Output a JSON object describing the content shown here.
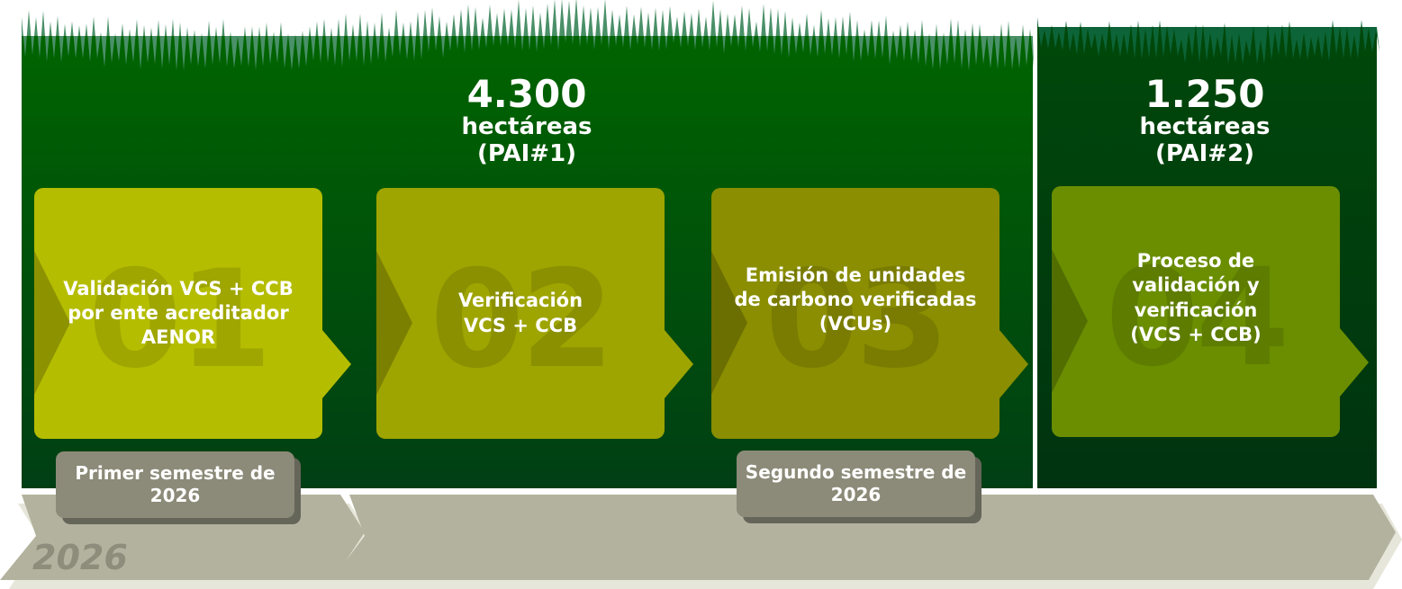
{
  "panels": [
    {
      "number": "4.300",
      "unit": "hectáreas",
      "label": "(PAI#1)"
    },
    {
      "number": "1.250",
      "unit": "hectáreas",
      "label": "(PAI#2)"
    }
  ],
  "steps": [
    {
      "index": "01",
      "text": "Validación VCS + CCB por ente acreditador AENOR",
      "color": "#b5bd00"
    },
    {
      "index": "02",
      "text": "Verificación VCS + CCB",
      "color": "#9ea400"
    },
    {
      "index": "03",
      "text": "Emisión de unidades de carbono verificadas (VCUs)",
      "color": "#8a8e00"
    },
    {
      "index": "04",
      "text": "Proceso de validación y verificación (VCS + CCB)",
      "color": "#6a8e00"
    }
  ],
  "timeline": {
    "year": "2026",
    "first": "Primer semestre de 2026",
    "second": "Segundo semestre de 2026"
  }
}
